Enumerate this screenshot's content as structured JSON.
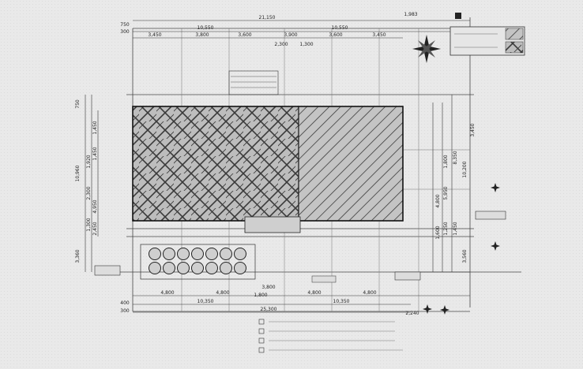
{
  "drawing": {
    "top_overall": "21,150",
    "top_right_offset": "1,983",
    "top_left_ext": "750",
    "top_left_ext2": "300",
    "top_chain_left": "10,550",
    "top_chain_right": "10,550",
    "top_segments": [
      "3,450",
      "3,800",
      "3,600",
      "3,900",
      "3,600",
      "3,450"
    ],
    "top_inner": [
      "2,300",
      "1,300"
    ],
    "bottom_segments": [
      "4,800",
      "4,800",
      "4,800",
      "4,800"
    ],
    "bottom_inner": "1,800",
    "bottom_inner2": "3,800",
    "bottom_overall": "25,300",
    "bottom_chain": [
      "10,350",
      "10,350"
    ],
    "bottom_left": [
      "400",
      "300"
    ],
    "bottom_right": "2,240",
    "left_dims": [
      "750",
      "1,450",
      "10,960",
      "1,450",
      "1,920",
      "2,300",
      "4,950",
      "1,300",
      "2,450",
      "3,360"
    ],
    "right_dims": [
      "3,450",
      "1,800",
      "10,200",
      "8,350",
      "4,800",
      "5,950",
      "1,600",
      "1,250",
      "1,450",
      "3,560"
    ],
    "top_label": "21,150",
    "legend_lines": [
      "",
      ""
    ],
    "north_label": "N",
    "site_point_labels": [
      "",
      ""
    ],
    "notes": [
      "",
      "",
      "",
      ""
    ]
  }
}
